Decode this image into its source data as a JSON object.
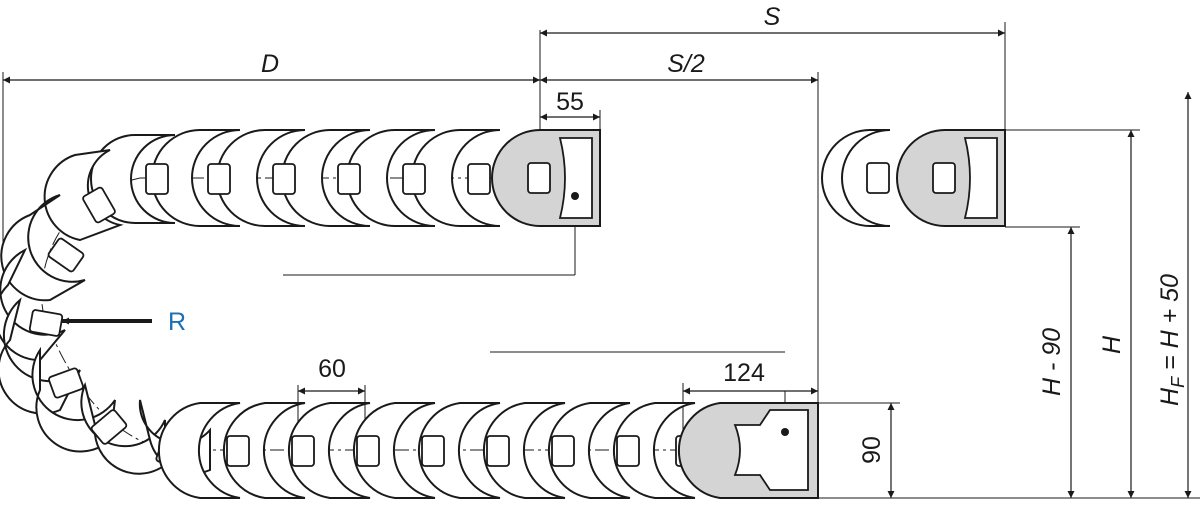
{
  "diagram": {
    "labels": {
      "S": "S",
      "S_half": "S/2",
      "D": "D",
      "R": "R",
      "width_55": "55",
      "pitch_60": "60",
      "length_124": "124",
      "height_90": "90",
      "H_minus_90": "H - 90",
      "H": "H",
      "HF_prefix": "H",
      "HF_sub": "F",
      "HF_suffix": " = H + 50"
    },
    "colors": {
      "line": "#1a1a1a",
      "bracket_fill": "#d4d4d4",
      "radius_label": "#1a6fb5"
    }
  }
}
